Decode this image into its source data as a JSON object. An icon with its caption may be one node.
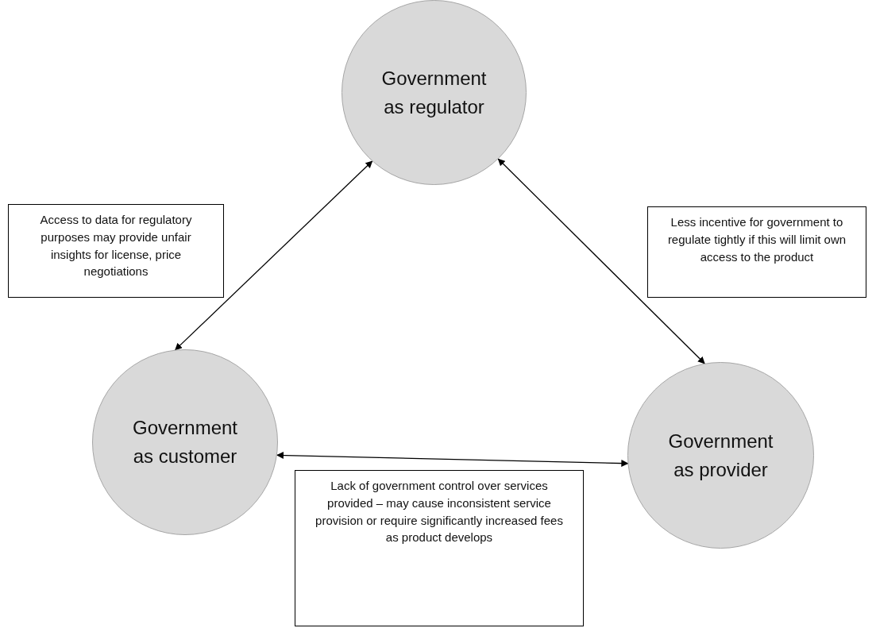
{
  "diagram": {
    "nodes": [
      {
        "text": [
          "Government as regulator"
        ]
      },
      {
        "text": [
          "Government as customer"
        ]
      },
      {
        "text": [
          "Government as provider"
        ]
      },
      {
        "text": [
          "Access to data for regulatory purposes may provide unfair insights for license, price negotiations"
        ]
      },
      {
        "text": [
          "Less incentive for government to regulate tightly if this will limit own access to the product"
        ]
      },
      {
        "text": [
          "Lack of government control over services provided – may cause inconsistent service provision or require significantly increased fees as product develops"
        ]
      }
    ],
    "edges": [
      {
        "from": 1,
        "to": 0,
        "arrow": "both"
      },
      {
        "from": 0,
        "to": 2,
        "arrow": "both"
      },
      {
        "from": 1,
        "to": 2,
        "arrow": "both"
      }
    ]
  }
}
